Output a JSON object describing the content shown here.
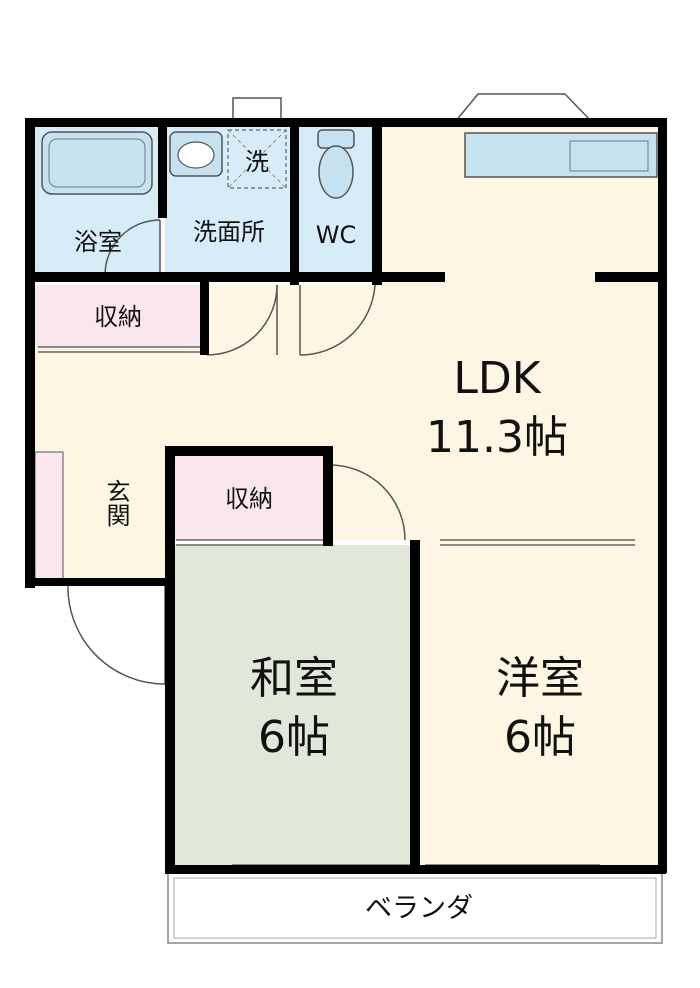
{
  "colors": {
    "wall": "#000000",
    "ldk_floor": "#fdf6e2",
    "wet_area": "#d6edf8",
    "storage": "#fae6ee",
    "washitsu": "#e2e8d9",
    "balcony": "#ffffff",
    "fixture": "#c6e2f1"
  },
  "rooms": {
    "ldk": {
      "name": "LDK",
      "size": "11.3帖"
    },
    "washitsu": {
      "name": "和室",
      "size": "6帖"
    },
    "youshitsu": {
      "name": "洋室",
      "size": "6帖"
    },
    "bath": {
      "name": "浴室"
    },
    "washroom": {
      "name": "洗面所"
    },
    "laundry": {
      "name": "洗"
    },
    "wc": {
      "name": "WC"
    },
    "storage_top": {
      "name": "収納"
    },
    "storage_mid": {
      "name": "収納"
    },
    "entrance": {
      "name": "玄関"
    },
    "balcony": {
      "name": "ベランダ"
    }
  },
  "fixtures": {
    "bathtub": "bathtub-icon",
    "sink": "sink-icon",
    "toilet": "toilet-icon",
    "kitchen": "kitchen-counter-icon"
  }
}
